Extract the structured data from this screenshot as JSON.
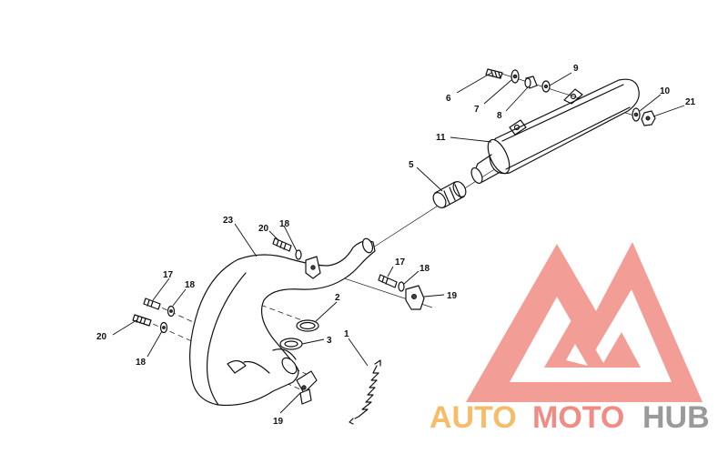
{
  "callouts": {
    "c1": "1",
    "c2": "2",
    "c3": "3",
    "c5": "5",
    "c6": "6",
    "c7": "7",
    "c8": "8",
    "c9": "9",
    "c10": "10",
    "c11": "11",
    "c17a": "17",
    "c17b": "17",
    "c18a": "18",
    "c18b": "18",
    "c18c": "18",
    "c18d": "18",
    "c19a": "19",
    "c19b": "19",
    "c20a": "20",
    "c20b": "20",
    "c21": "21",
    "c23": "23"
  },
  "watermark": {
    "part1": "AUTO",
    "part2": "MOTO",
    "part3": "HUB"
  },
  "colors": {
    "orange": "#f5bd6a",
    "salmon": "#f08c84",
    "gray": "#9a9a9a",
    "line": "#111111"
  }
}
